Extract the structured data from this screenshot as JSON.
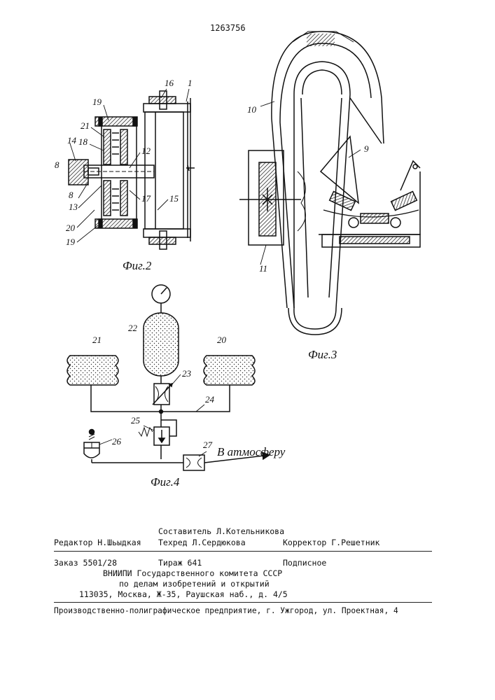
{
  "document_number": "1263756",
  "figures": {
    "fig2": {
      "caption": "Фиг.2",
      "labels": [
        "16",
        "1",
        "19",
        "21",
        "18",
        "14",
        "8",
        "12",
        "8",
        "13",
        "17",
        "15",
        "20",
        "19"
      ]
    },
    "fig3": {
      "caption": "Фиг.3",
      "labels": [
        "10",
        "9",
        "11"
      ]
    },
    "fig4": {
      "caption": "Фиг.4",
      "labels": [
        "22",
        "21",
        "20",
        "23",
        "24",
        "25",
        "26",
        "27"
      ],
      "arrow_text": "В атмосферу"
    }
  },
  "colophon": {
    "compiler": "Составитель Л.Котельникова",
    "editor": "Редактор Н.Шьыдкая",
    "techred": "Техред Л.Сердюкова",
    "corrector": "Корректор Г.Решетник",
    "order": "Заказ 5501/28",
    "print_run": "Тираж 641",
    "subscription": "Подписное",
    "org_line1": "ВНИИПИ Государственного комитета СССР",
    "org_line2": "по делам изобретений и открытий",
    "address": "113035, Москва, Ж-35, Раушская наб., д. 4/5",
    "printer": "Производственно-полиграфическое предприятие, г. Ужгород, ул. Проектная, 4"
  }
}
